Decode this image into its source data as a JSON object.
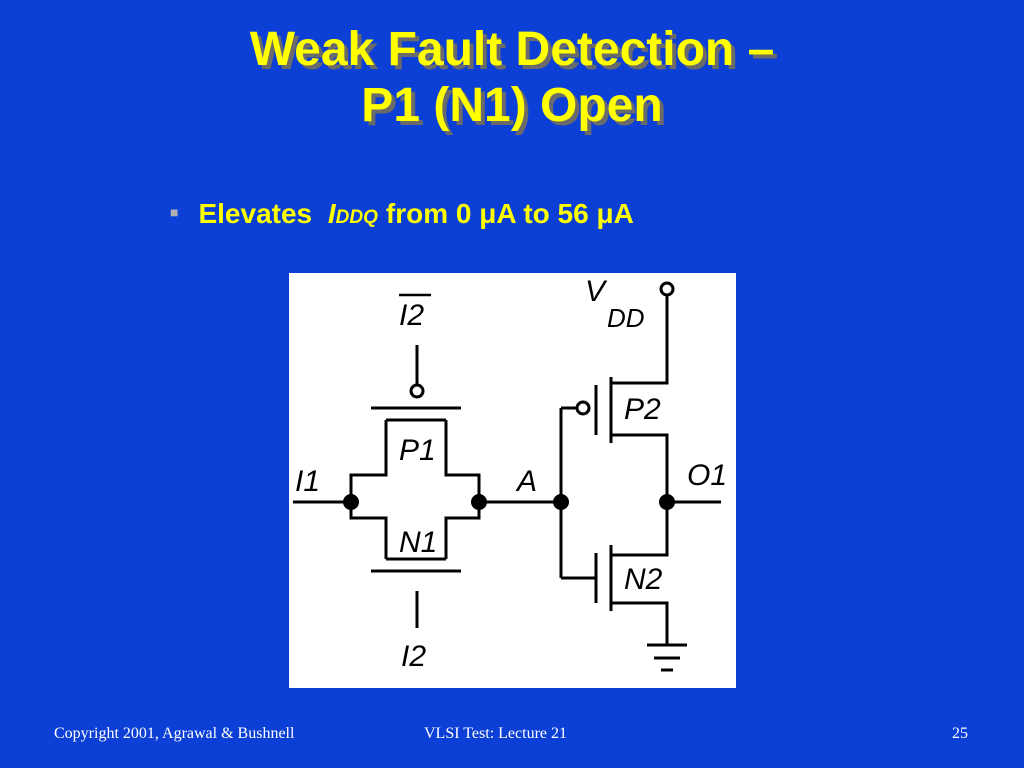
{
  "slide": {
    "title_line1": "Weak Fault Detection –",
    "title_line2": "P1 (N1) Open",
    "bullet": {
      "text_before": "Elevates ",
      "symbol": "I",
      "subscript": "DDQ",
      "text_after": "from 0 μA to 56 μA"
    }
  },
  "circuit": {
    "labels": {
      "i2_bar": "I2",
      "p1": "P1",
      "n1": "N1",
      "i1": "I1",
      "a": "A",
      "i2_bottom": "I2",
      "vdd": "V",
      "vdd_sub": "DD",
      "p2": "P2",
      "n2": "N2",
      "o1": "O1"
    }
  },
  "footer": {
    "copyright": "Copyright 2001, Agrawal & Bushnell",
    "course": "VLSI Test: Lecture 21",
    "page_number": "25"
  }
}
